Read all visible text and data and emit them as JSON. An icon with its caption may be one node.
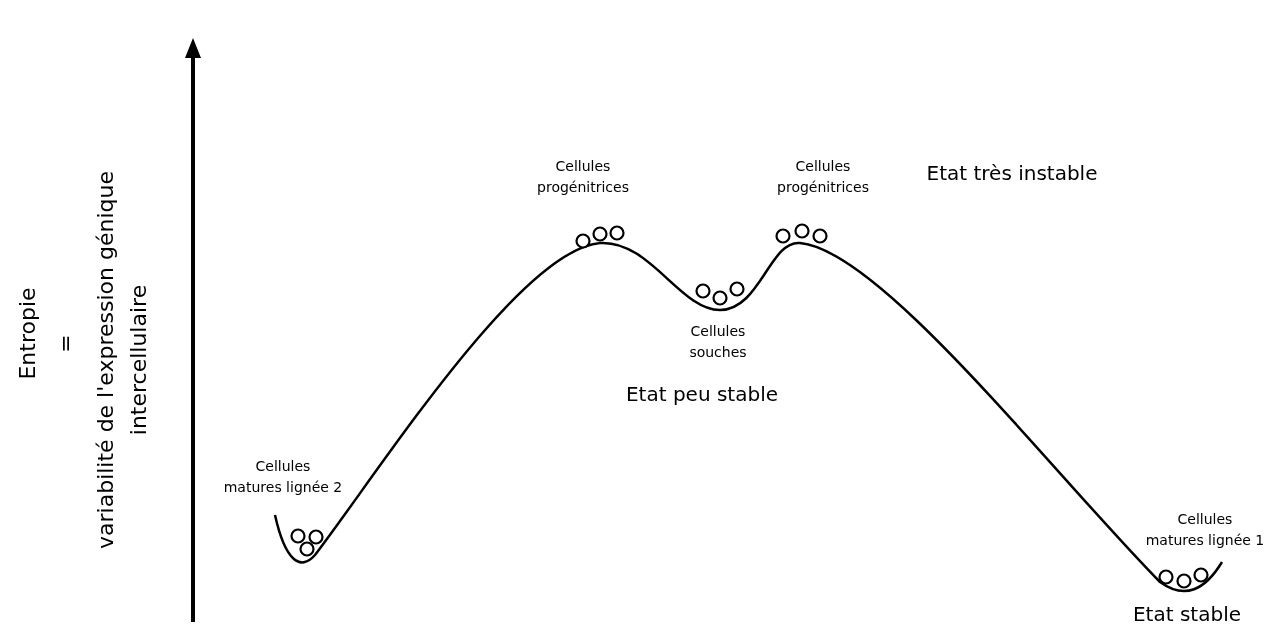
{
  "diagram": {
    "labels": [
      "Entropie",
      "=",
      "variabilité de l'expression génique intercellulaire",
      "Cellules progénitrices",
      "Cellules progénitrices",
      "Etat très instable",
      "Cellules souches",
      "Etat peu stable",
      "Cellules matures lignée 2",
      "Cellules matures lignée 1",
      "Etat stable"
    ]
  }
}
